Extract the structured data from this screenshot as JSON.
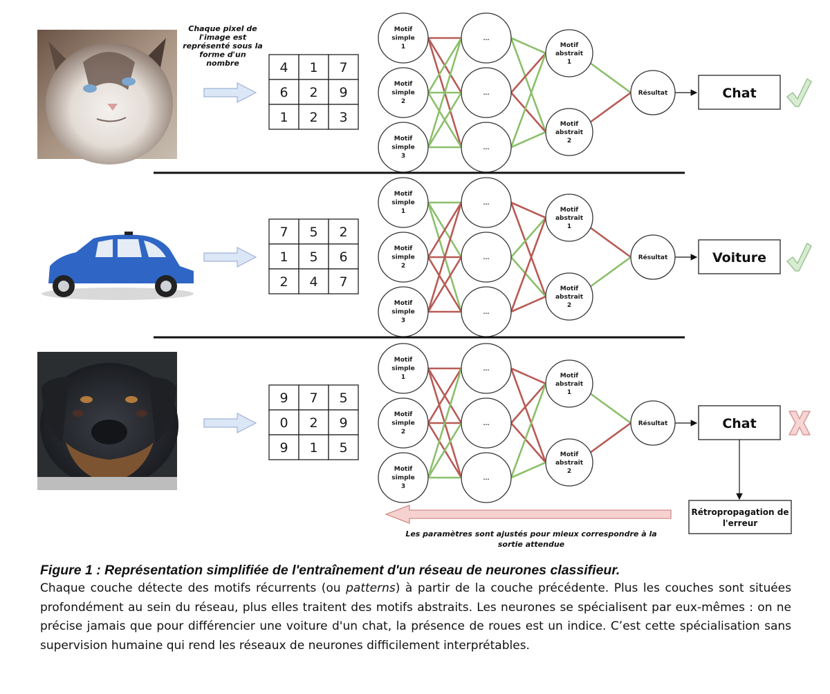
{
  "figure": {
    "pixel_note_lines": [
      "Chaque pixel de",
      "l'image est",
      "représenté sous la",
      "forme d'un",
      "nombre"
    ],
    "layer_labels": {
      "simple": [
        "Motif",
        "simple"
      ],
      "hidden": "...",
      "abstract": [
        "Motif",
        "abstrait"
      ],
      "result": "Résultat"
    },
    "colors": {
      "positive_link": "#8bbf6a",
      "negative_link": "#b85a55",
      "input_arrow_fill": "#dbe6f7",
      "input_arrow_stroke": "#9fb2d4",
      "check_fill": "#d7ecd2",
      "check_stroke": "#9dc495",
      "cross_fill": "#f6d5d3",
      "cross_stroke": "#d49a96",
      "backprop_arrow_fill": "#f5d2d0",
      "backprop_arrow_stroke": "#d28c88"
    },
    "rows": [
      {
        "image": "cat-photo",
        "grid": [
          [
            "4",
            "1",
            "7"
          ],
          [
            "6",
            "2",
            "9"
          ],
          [
            "1",
            "2",
            "3"
          ]
        ],
        "input_to_hidden": [
          [
            "neg",
            "neg",
            "neg"
          ],
          [
            "pos",
            "pos",
            "pos"
          ],
          [
            "pos",
            "pos",
            "pos"
          ]
        ],
        "hidden_to_abstract": [
          [
            "pos",
            "pos"
          ],
          [
            "neg",
            "neg"
          ],
          [
            "pos",
            "pos"
          ]
        ],
        "abstract_to_result": [
          "pos",
          "neg"
        ],
        "output_label": "Chat",
        "verdict": "check"
      },
      {
        "image": "car-photo",
        "grid": [
          [
            "7",
            "5",
            "2"
          ],
          [
            "1",
            "5",
            "6"
          ],
          [
            "2",
            "4",
            "7"
          ]
        ],
        "input_to_hidden": [
          [
            "pos",
            "pos",
            "pos"
          ],
          [
            "neg",
            "neg",
            "neg"
          ],
          [
            "neg",
            "neg",
            "neg"
          ]
        ],
        "hidden_to_abstract": [
          [
            "neg",
            "neg"
          ],
          [
            "pos",
            "pos"
          ],
          [
            "neg",
            "neg"
          ]
        ],
        "abstract_to_result": [
          "neg",
          "pos"
        ],
        "output_label": "Voiture",
        "verdict": "check"
      },
      {
        "image": "dog-photo",
        "grid": [
          [
            "9",
            "7",
            "5"
          ],
          [
            "0",
            "2",
            "9"
          ],
          [
            "9",
            "1",
            "5"
          ]
        ],
        "input_to_hidden": [
          [
            "neg",
            "neg",
            "neg"
          ],
          [
            "neg",
            "neg",
            "neg"
          ],
          [
            "pos",
            "pos",
            "pos"
          ]
        ],
        "hidden_to_abstract": [
          [
            "neg",
            "neg"
          ],
          [
            "neg",
            "neg"
          ],
          [
            "pos",
            "pos"
          ]
        ],
        "abstract_to_result": [
          "pos",
          "neg"
        ],
        "output_label": "Chat",
        "verdict": "cross"
      }
    ],
    "backprop_box_lines": [
      "Rétropropagation de",
      "l'erreur"
    ],
    "backprop_note_lines": [
      "Les paramètres sont ajustés pour mieux correspondre à la",
      "sortie attendue"
    ]
  },
  "caption": {
    "title": "Figure 1 : Représentation simplifiée de l'entraînement d'un réseau de neurones classifieur.",
    "body_before_em": "Chaque couche détecte des motifs récurrents (ou ",
    "body_em": "patterns",
    "body_after_em": ") à partir de la couche précédente. Plus les couches sont situées profondément au sein du réseau, plus elles traitent des motifs abstraits. Les neurones se spécialisent par eux-mêmes : on ne précise jamais que pour différencier une voiture d'un chat, la présence de roues est un indice. C’est cette spécialisation sans supervision humaine qui rend les réseaux de neurones difficilement interprétables."
  }
}
